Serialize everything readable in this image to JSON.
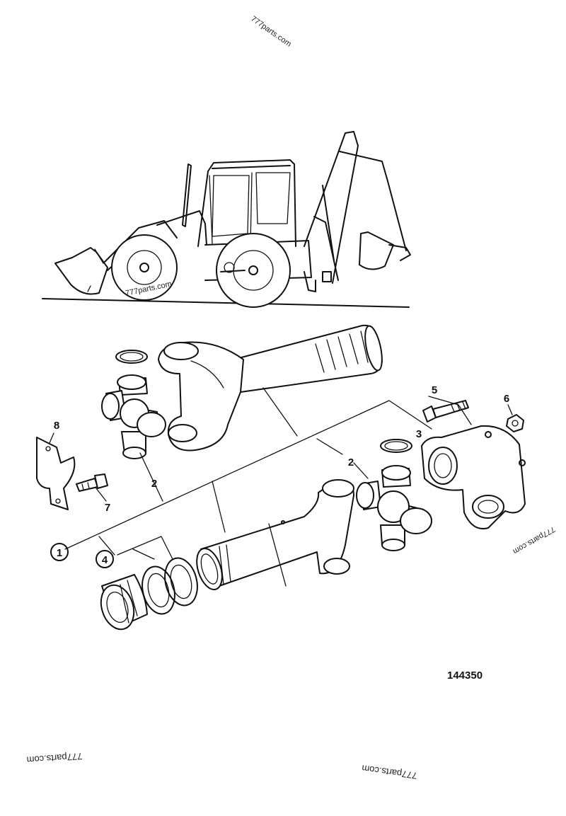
{
  "diagram": {
    "reference_number": "144350",
    "callouts": {
      "c1": "1",
      "c2a": "2",
      "c2b": "2",
      "c3": "3",
      "c4": "4",
      "c5": "5",
      "c6": "6",
      "c7": "7",
      "c8": "8"
    },
    "watermarks": {
      "top": "777parts.com",
      "machine": "777parts.com",
      "right": "777parts.com",
      "bottom_left": "777parts.com",
      "bottom_center": "777parts.com"
    }
  }
}
